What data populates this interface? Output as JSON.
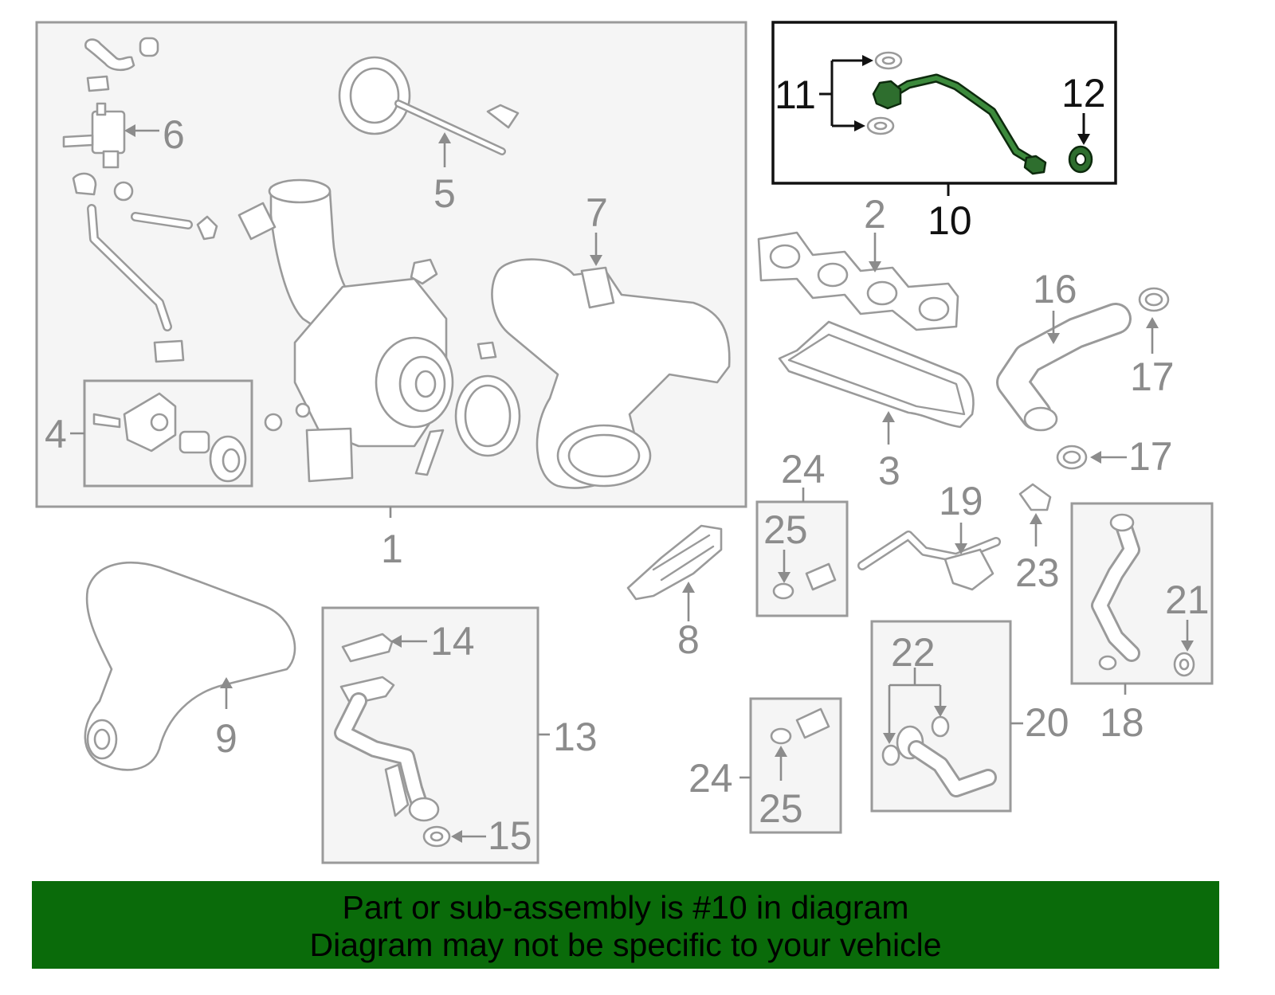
{
  "callouts": {
    "c1": "1",
    "c2": "2",
    "c3": "3",
    "c4": "4",
    "c5": "5",
    "c6": "6",
    "c7": "7",
    "c8": "8",
    "c9": "9",
    "c10": "10",
    "c11": "11",
    "c12": "12",
    "c13": "13",
    "c14": "14",
    "c15": "15",
    "c16": "16",
    "c17": "17",
    "c18": "18",
    "c19": "19",
    "c20": "20",
    "c21": "21",
    "c22": "22",
    "c23": "23",
    "c24": "24",
    "c25": "25"
  },
  "highlighted_part": "10",
  "banner": {
    "line1": "Part or sub-assembly is #10 in diagram",
    "line2": "Diagram may not be specific to your vehicle"
  },
  "colors": {
    "banner_bg": "#0a6b0a",
    "highlight": "#2e6e2e",
    "line_art": "#9a9a9a"
  }
}
